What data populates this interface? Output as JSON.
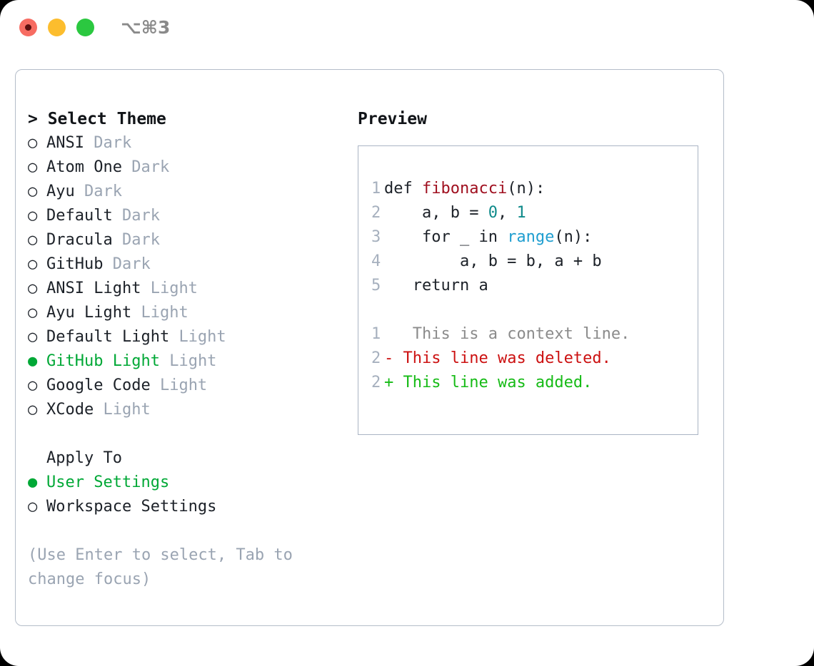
{
  "window": {
    "traffic_lights": [
      "close",
      "minimize",
      "maximize"
    ],
    "shortcut": "⌥⌘3",
    "colors": {
      "close": "#f76c62",
      "minimize": "#fcbd2e",
      "maximize": "#2bc840",
      "accent_green": "#00a836",
      "muted": "#9aa4b2",
      "border": "#b4bdc9"
    }
  },
  "theme_list": {
    "header": "> Select Theme",
    "items": [
      {
        "bullet": "○",
        "label": "ANSI",
        "tag": "Dark",
        "selected": false
      },
      {
        "bullet": "○",
        "label": "Atom One",
        "tag": "Dark",
        "selected": false
      },
      {
        "bullet": "○",
        "label": "Ayu",
        "tag": "Dark",
        "selected": false
      },
      {
        "bullet": "○",
        "label": "Default",
        "tag": "Dark",
        "selected": false
      },
      {
        "bullet": "○",
        "label": "Dracula",
        "tag": "Dark",
        "selected": false
      },
      {
        "bullet": "○",
        "label": "GitHub",
        "tag": "Dark",
        "selected": false
      },
      {
        "bullet": "○",
        "label": "ANSI Light",
        "tag": "Light",
        "selected": false
      },
      {
        "bullet": "○",
        "label": "Ayu Light",
        "tag": "Light",
        "selected": false
      },
      {
        "bullet": "○",
        "label": "Default Light",
        "tag": "Light",
        "selected": false
      },
      {
        "bullet": "●",
        "label": "GitHub Light",
        "tag": "Light",
        "selected": true
      },
      {
        "bullet": "○",
        "label": "Google Code",
        "tag": "Light",
        "selected": false
      },
      {
        "bullet": "○",
        "label": "XCode",
        "tag": "Light",
        "selected": false
      }
    ]
  },
  "apply_to": {
    "header": "Apply To",
    "items": [
      {
        "bullet": "●",
        "label": "User Settings",
        "selected": true
      },
      {
        "bullet": "○",
        "label": "Workspace Settings",
        "selected": false
      }
    ]
  },
  "hint": "(Use Enter to select, Tab to change focus)",
  "preview": {
    "title": "Preview",
    "code_lines": [
      {
        "no": "1",
        "segments": [
          {
            "text": "def ",
            "kind": "plain"
          },
          {
            "text": "fibonacci",
            "kind": "fn"
          },
          {
            "text": "(n):",
            "kind": "plain"
          }
        ]
      },
      {
        "no": "2",
        "segments": [
          {
            "text": "    a, b = ",
            "kind": "plain"
          },
          {
            "text": "0",
            "kind": "num"
          },
          {
            "text": ", ",
            "kind": "plain"
          },
          {
            "text": "1",
            "kind": "num"
          }
        ]
      },
      {
        "no": "3",
        "segments": [
          {
            "text": "    for _ in ",
            "kind": "plain"
          },
          {
            "text": "range",
            "kind": "builtin"
          },
          {
            "text": "(n):",
            "kind": "plain"
          }
        ]
      },
      {
        "no": "4",
        "segments": [
          {
            "text": "        a, b = b, a + b",
            "kind": "plain"
          }
        ]
      },
      {
        "no": "5",
        "segments": [
          {
            "text": "   return a",
            "kind": "plain"
          }
        ]
      }
    ],
    "diff_lines": [
      {
        "no": "1",
        "marker": "  ",
        "text": " This is a context line.",
        "kind": "ctx"
      },
      {
        "no": "2",
        "marker": "- ",
        "text": "This line was deleted.",
        "kind": "del"
      },
      {
        "no": "2",
        "marker": "+ ",
        "text": "This line was added.",
        "kind": "add"
      }
    ]
  }
}
